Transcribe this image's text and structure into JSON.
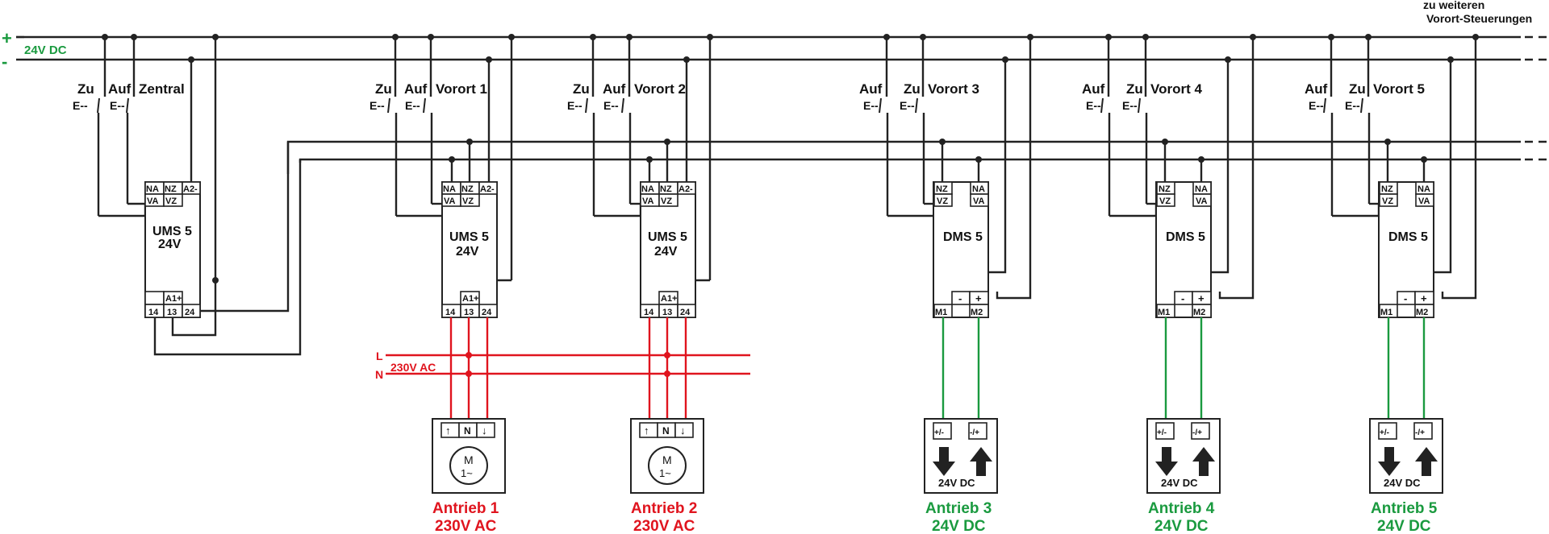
{
  "supply": {
    "plus": "+",
    "minus": "-",
    "label": "24V DC"
  },
  "mains": {
    "l": "L",
    "n": "N",
    "label": "230V AC"
  },
  "continuation": {
    "line1": "zu weiteren",
    "line2": "Vorort-Steuerungen"
  },
  "switch_prefix": "E--",
  "groups": [
    {
      "name": "Zentral",
      "sw1": "Zu",
      "sw2": "Auf",
      "device": [
        "UMS 5",
        "24V"
      ],
      "top": [
        "NA",
        "NZ",
        "A2-"
      ],
      "top2": [
        "VA",
        "VZ"
      ],
      "bot_top": "A1+",
      "bot": [
        "14",
        "13",
        "24"
      ]
    },
    {
      "name": "Vorort 1",
      "sw1": "Zu",
      "sw2": "Auf",
      "device": [
        "UMS 5",
        "24V"
      ],
      "top": [
        "NA",
        "NZ",
        "A2-"
      ],
      "top2": [
        "VA",
        "VZ"
      ],
      "bot_top": "A1+",
      "bot": [
        "14",
        "13",
        "24"
      ],
      "motor": {
        "terms": [
          "↑",
          "N",
          "↓"
        ],
        "sym": [
          "M",
          "1~"
        ],
        "label": [
          "Antrieb 1",
          "230V AC"
        ]
      }
    },
    {
      "name": "Vorort 2",
      "sw1": "Zu",
      "sw2": "Auf",
      "device": [
        "UMS 5",
        "24V"
      ],
      "top": [
        "NA",
        "NZ",
        "A2-"
      ],
      "top2": [
        "VA",
        "VZ"
      ],
      "bot_top": "A1+",
      "bot": [
        "14",
        "13",
        "24"
      ],
      "motor": {
        "terms": [
          "↑",
          "N",
          "↓"
        ],
        "sym": [
          "M",
          "1~"
        ],
        "label": [
          "Antrieb 2",
          "230V AC"
        ]
      }
    },
    {
      "name": "Vorort 3",
      "sw1": "Auf",
      "sw2": "Zu",
      "device": [
        "DMS 5"
      ],
      "top": [
        "NZ",
        "NA"
      ],
      "top2": [
        "VZ",
        "VA"
      ],
      "bot_top": [
        "-",
        "+"
      ],
      "bot": [
        "M1",
        "M2"
      ],
      "motor": {
        "terms": [
          "+/-",
          "-/+"
        ],
        "sym": [
          "24V DC"
        ],
        "label": [
          "Antrieb 3",
          "24V DC"
        ]
      }
    },
    {
      "name": "Vorort 4",
      "sw1": "Auf",
      "sw2": "Zu",
      "device": [
        "DMS 5"
      ],
      "top": [
        "NZ",
        "NA"
      ],
      "top2": [
        "VZ",
        "VA"
      ],
      "bot_top": [
        "-",
        "+"
      ],
      "bot": [
        "M1",
        "M2"
      ],
      "motor": {
        "terms": [
          "+/-",
          "-/+"
        ],
        "sym": [
          "24V DC"
        ],
        "label": [
          "Antrieb 4",
          "24V DC"
        ]
      }
    },
    {
      "name": "Vorort 5",
      "sw1": "Auf",
      "sw2": "Zu",
      "device": [
        "DMS 5"
      ],
      "top": [
        "NZ",
        "NA"
      ],
      "top2": [
        "VZ",
        "VA"
      ],
      "bot_top": [
        "-",
        "+"
      ],
      "bot": [
        "M1",
        "M2"
      ],
      "motor": {
        "terms": [
          "+/-",
          "-/+"
        ],
        "sym": [
          "24V DC"
        ],
        "label": [
          "Antrieb 5",
          "24V DC"
        ]
      }
    }
  ],
  "colors": {
    "wire": "#222222",
    "ac": "#e0141e",
    "dc": "#1a9a3f"
  }
}
